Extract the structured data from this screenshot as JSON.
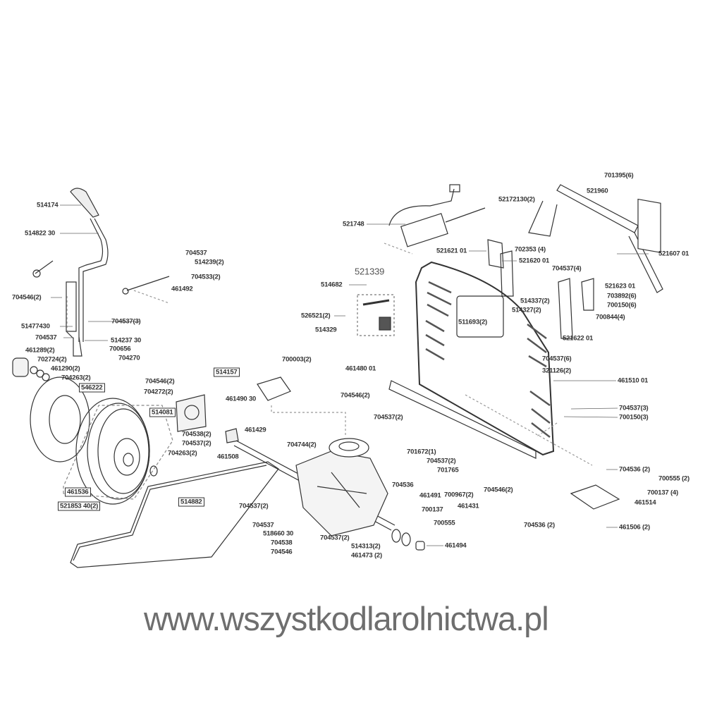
{
  "watermark": "www.wszystkodlarolnictwa.pl",
  "labels": [
    "514174",
    "514822 30",
    "704537",
    "514239(2)",
    "704533(2)",
    "461492",
    "704546(2)",
    "704537(3)",
    "51477430",
    "704537",
    "514237 30",
    "700656",
    "704270",
    "461289(2)",
    "702724(2)",
    "461290(2)",
    "704263(2)",
    "546222",
    "704546(2)",
    "704272(2)",
    "514081",
    "704538(2)",
    "704537(2)",
    "704263(2)",
    "461536",
    "521853 40(2)",
    "514882",
    "514157",
    "700003(2)",
    "461490 30",
    "461429",
    "704744(2)",
    "461508",
    "704537(2)",
    "704537",
    "518660 30",
    "704538",
    "704546",
    "704537(2)",
    "514313(2)",
    "461473 (2)",
    "461494",
    "704536",
    "461491",
    "700137",
    "700555",
    "461480 01",
    "704546(2)",
    "704537(2)",
    "701672(1)",
    "704537(2)",
    "701765",
    "700967(2)",
    "461431",
    "704546(2)",
    "521748",
    "521339",
    "514682",
    "526521(2)",
    "514329",
    "521621 01",
    "521620 01",
    "52172130(2)",
    "702353 (4)",
    "701395(6)",
    "521960",
    "521607 01",
    "704537(4)",
    "521623 01",
    "703892(6)",
    "700150(6)",
    "700844(4)",
    "514337(2)",
    "514327(2)",
    "511693(2)",
    "521622 01",
    "704537(6)",
    "321126(2)",
    "461510 01",
    "704537(3)",
    "700150(3)",
    "704536 (2)",
    "700555 (2)",
    "700137 (4)",
    "461514",
    "704536 (2)",
    "461506 (2)"
  ]
}
